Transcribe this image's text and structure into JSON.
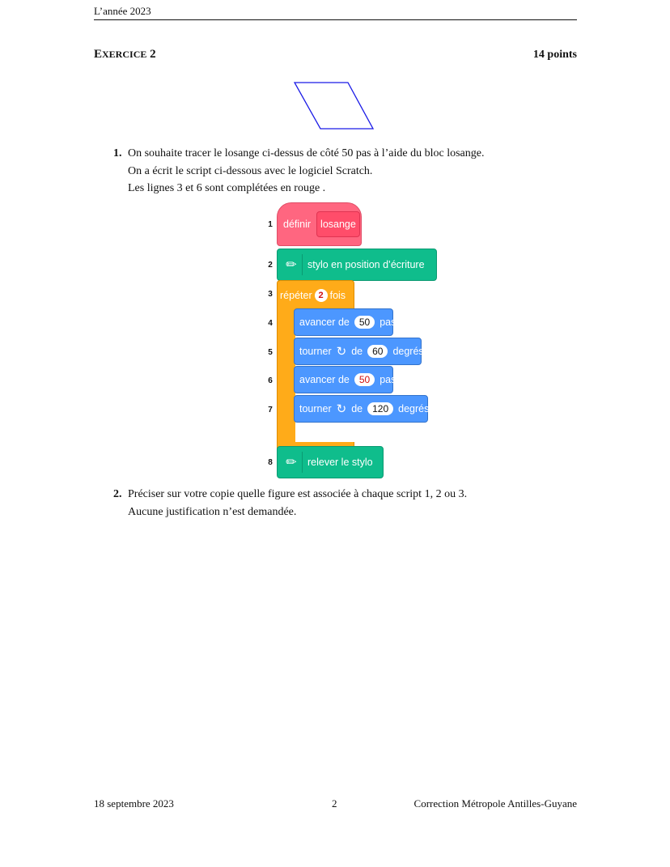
{
  "header": {
    "text": "L’année 2023"
  },
  "exercise": {
    "title_first": "E",
    "title_rest": "xercice",
    "title_num": "2",
    "points": "14 points"
  },
  "colors": {
    "rhombus": "#1a1ae6",
    "define": "#ff6680",
    "pen": "#0fbd8c",
    "control": "#ffab19",
    "motion": "#4c97ff",
    "red_value": "#d01010"
  },
  "question1": {
    "number": "1.",
    "lines": [
      "On souhaite tracer le losange ci-dessus de côté 50 pas à l’aide du bloc losange.",
      "On a écrit le script ci-dessous avec le logiciel Scratch.",
      "Les lignes 3 et 6 sont complétées en rouge ."
    ]
  },
  "script": {
    "lines": [
      {
        "num": "1",
        "label": "définir",
        "proto": "losange"
      },
      {
        "num": "2",
        "icon": "pen-icon",
        "label": "stylo en position d’écriture"
      },
      {
        "num": "3",
        "label_before": "répéter",
        "value": "2",
        "label_after": "fois"
      },
      {
        "num": "4",
        "label_before": "avancer de",
        "value": "50",
        "label_after": "pas"
      },
      {
        "num": "5",
        "label_before": "tourner",
        "rot": "↻",
        "mid": "de",
        "value": "60",
        "label_after": "degrés"
      },
      {
        "num": "6",
        "label_before": "avancer de",
        "value": "50",
        "label_after": "pas"
      },
      {
        "num": "7",
        "label_before": "tourner",
        "rot": "↻",
        "mid": "de",
        "value": "120",
        "label_after": "degrés"
      },
      {
        "num": "8",
        "icon": "pen-icon",
        "label": "relever le stylo"
      }
    ],
    "loop_end_icon": "↲"
  },
  "question2": {
    "number": "2.",
    "lines": [
      "Préciser sur votre copie quelle figure est associée à chaque script 1, 2 ou 3.",
      "Aucune justification n’est demandée."
    ]
  },
  "footer": {
    "left": "18 septembre 2023",
    "center": "2",
    "right": "Correction Métropole Antilles-Guyane"
  }
}
